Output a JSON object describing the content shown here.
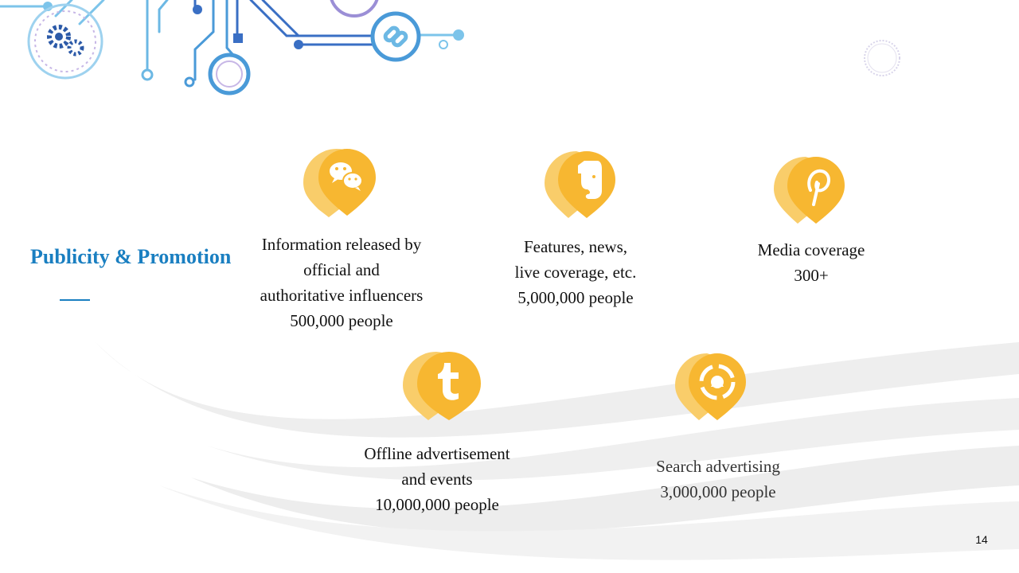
{
  "slide": {
    "section_title": "Publicity & Promotion",
    "page_number": "14",
    "colors": {
      "title": "#1a7fc1",
      "icon_front": "#f7b731",
      "icon_back": "#f9cd6a",
      "circuit": "#3a8fd6",
      "wave": "#eeeeee"
    },
    "items": [
      {
        "icon": "wechat-icon",
        "lines": [
          "Information released by",
          "official and",
          "authoritative influencers",
          "500,000 people"
        ]
      },
      {
        "icon": "evernote-icon",
        "lines": [
          "Features, news,",
          "live coverage, etc.",
          "5,000,000 people"
        ]
      },
      {
        "icon": "pinterest-icon",
        "lines": [
          "Media coverage",
          "300+"
        ]
      },
      {
        "icon": "tumblr-icon",
        "lines": [
          "Offline advertisement",
          "and events",
          "10,000,000 people"
        ]
      },
      {
        "icon": "search-engine-icon",
        "lines": [
          "Search advertising",
          "3,000,000 people"
        ]
      }
    ]
  }
}
